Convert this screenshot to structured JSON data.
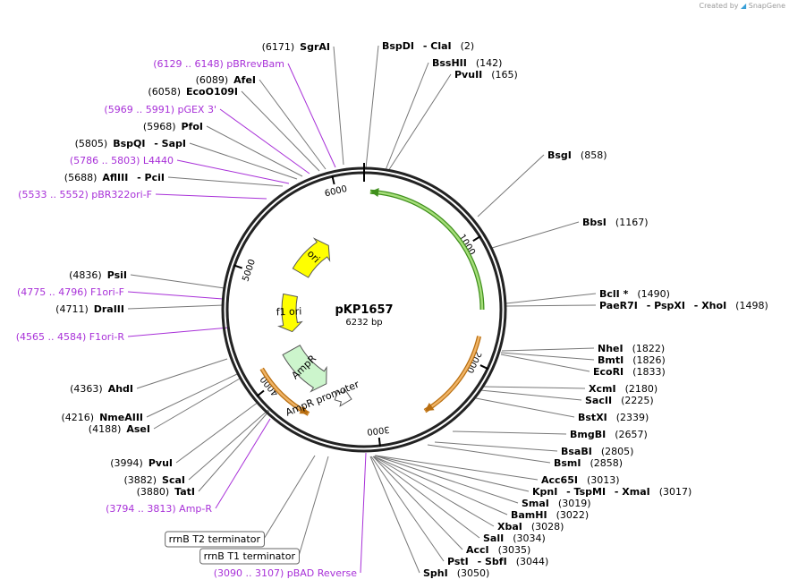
{
  "credit": {
    "prefix": "Created by",
    "brand": "SnapGene"
  },
  "plasmid": {
    "name": "pKP1657",
    "length_text": "6232 bp",
    "length": 6232
  },
  "ticks": [
    "1000",
    "2000",
    "3000",
    "4000",
    "5000",
    "6000"
  ],
  "features": [
    {
      "name": "",
      "color": "#a6de7a",
      "stroke": "#3f8f1c",
      "kind": "thin-arc"
    },
    {
      "name": "",
      "color": "#f0b466",
      "stroke": "#b86e10",
      "kind": "thin-arc"
    },
    {
      "name": "",
      "color": "#f0b466",
      "stroke": "#b86e10",
      "kind": "thin-arc"
    },
    {
      "name": "ori",
      "color": "#ffff00",
      "kind": "arrow"
    },
    {
      "name": "f1 ori",
      "color": "#ffff00",
      "kind": "arrow"
    },
    {
      "name": "AmpR",
      "color": "#ccf5cc",
      "kind": "arrow"
    },
    {
      "name": "AmpR promoter",
      "color": "#ffffff",
      "kind": "arrow"
    }
  ],
  "sites": [
    {
      "id": "sgrai",
      "parts": [
        [
          "(6171)",
          "p"
        ],
        [
          "SgrAI",
          "n"
        ]
      ]
    },
    {
      "id": "pbrrevbam",
      "parts": [
        [
          "(6129 .. 6148)  pBRrevBam",
          "r"
        ]
      ]
    },
    {
      "id": "afei",
      "parts": [
        [
          "(6089)",
          "p"
        ],
        [
          "AfeI",
          "n"
        ]
      ]
    },
    {
      "id": "ecoo109i",
      "parts": [
        [
          "(6058)",
          "p"
        ],
        [
          "EcoO109I",
          "n"
        ]
      ]
    },
    {
      "id": "pgex3",
      "parts": [
        [
          "(5969 .. 5991)  pGEX 3'",
          "r"
        ]
      ]
    },
    {
      "id": "pfoi",
      "parts": [
        [
          "(5968)",
          "p"
        ],
        [
          "PfoI",
          "n"
        ]
      ]
    },
    {
      "id": "bspqi",
      "parts": [
        [
          "(5805)",
          "p"
        ],
        [
          "BspQI",
          "n"
        ],
        [
          " - SapI",
          "n"
        ]
      ]
    },
    {
      "id": "l4440",
      "parts": [
        [
          "(5786 .. 5803)  L4440",
          "r"
        ]
      ]
    },
    {
      "id": "afliii",
      "parts": [
        [
          "(5688)",
          "p"
        ],
        [
          "AflIII",
          "n"
        ],
        [
          " - PciI",
          "n"
        ]
      ]
    },
    {
      "id": "pbr322ori",
      "parts": [
        [
          "(5533 .. 5552)  pBR322ori-F",
          "r"
        ]
      ]
    },
    {
      "id": "psii",
      "parts": [
        [
          "(4836)",
          "p"
        ],
        [
          "PsiI",
          "n"
        ]
      ]
    },
    {
      "id": "f1orif",
      "parts": [
        [
          "(4775 .. 4796)  F1ori-F",
          "r"
        ]
      ]
    },
    {
      "id": "drai",
      "parts": [
        [
          "(4711)",
          "p"
        ],
        [
          "DraIII",
          "n"
        ]
      ]
    },
    {
      "id": "f1orir",
      "parts": [
        [
          "(4565 .. 4584)  F1ori-R",
          "r"
        ]
      ]
    },
    {
      "id": "ahdi",
      "parts": [
        [
          "(4363)",
          "p"
        ],
        [
          "AhdI",
          "n"
        ]
      ]
    },
    {
      "id": "nmeaiii",
      "parts": [
        [
          "(4216)",
          "p"
        ],
        [
          "NmeAIII",
          "n"
        ]
      ]
    },
    {
      "id": "asei",
      "parts": [
        [
          "(4188)",
          "p"
        ],
        [
          "AseI",
          "n"
        ]
      ]
    },
    {
      "id": "pvui",
      "parts": [
        [
          "(3994)",
          "p"
        ],
        [
          "PvuI",
          "n"
        ]
      ]
    },
    {
      "id": "scai",
      "parts": [
        [
          "(3882)",
          "p"
        ],
        [
          "ScaI",
          "n"
        ]
      ]
    },
    {
      "id": "tati",
      "parts": [
        [
          "(3880)",
          "p"
        ],
        [
          "TatI",
          "n"
        ]
      ]
    },
    {
      "id": "ampr",
      "parts": [
        [
          "(3794 .. 3813)  Amp-R",
          "r"
        ]
      ]
    },
    {
      "id": "rrnbt2",
      "parts": [
        [
          "rrnB T2 terminator",
          "b"
        ]
      ]
    },
    {
      "id": "rrnbt1",
      "parts": [
        [
          "rrnB T1 terminator",
          "b"
        ]
      ]
    },
    {
      "id": "pbadrev",
      "parts": [
        [
          "(3090 .. 3107)  pBAD Reverse",
          "r"
        ]
      ]
    },
    {
      "id": "bspdi",
      "parts": [
        [
          "BspDI",
          "n"
        ],
        [
          " - ClaI",
          "n"
        ],
        [
          "(2)",
          "p"
        ]
      ]
    },
    {
      "id": "bsshii",
      "parts": [
        [
          "BssHII",
          "n"
        ],
        [
          "(142)",
          "p"
        ]
      ]
    },
    {
      "id": "pvuii",
      "parts": [
        [
          "PvuII",
          "n"
        ],
        [
          "(165)",
          "p"
        ]
      ]
    },
    {
      "id": "bsgi",
      "parts": [
        [
          "BsgI",
          "n"
        ],
        [
          "(858)",
          "p"
        ]
      ]
    },
    {
      "id": "bbsi",
      "parts": [
        [
          "BbsI",
          "n"
        ],
        [
          "(1167)",
          "p"
        ]
      ]
    },
    {
      "id": "bcli",
      "parts": [
        [
          "BclI *",
          "n"
        ],
        [
          "(1490)",
          "p"
        ]
      ]
    },
    {
      "id": "paer7i",
      "parts": [
        [
          "PaeR7I",
          "n"
        ],
        [
          " - PspXI",
          "n"
        ],
        [
          " - XhoI",
          "n"
        ],
        [
          "(1498)",
          "p"
        ]
      ]
    },
    {
      "id": "nhei",
      "parts": [
        [
          "NheI",
          "n"
        ],
        [
          "(1822)",
          "p"
        ]
      ]
    },
    {
      "id": "bmti",
      "parts": [
        [
          "BmtI",
          "n"
        ],
        [
          "(1826)",
          "p"
        ]
      ]
    },
    {
      "id": "ecori",
      "parts": [
        [
          "EcoRI",
          "n"
        ],
        [
          "(1833)",
          "p"
        ]
      ]
    },
    {
      "id": "xcmi",
      "parts": [
        [
          "XcmI",
          "n"
        ],
        [
          "(2180)",
          "p"
        ]
      ]
    },
    {
      "id": "sacii",
      "parts": [
        [
          "SacII",
          "n"
        ],
        [
          "(2225)",
          "p"
        ]
      ]
    },
    {
      "id": "bstxi",
      "parts": [
        [
          "BstXI",
          "n"
        ],
        [
          "(2339)",
          "p"
        ]
      ]
    },
    {
      "id": "bmgbi",
      "parts": [
        [
          "BmgBI",
          "n"
        ],
        [
          "(2657)",
          "p"
        ]
      ]
    },
    {
      "id": "bsabi",
      "parts": [
        [
          "BsaBI",
          "n"
        ],
        [
          "(2805)",
          "p"
        ]
      ]
    },
    {
      "id": "bsmi",
      "parts": [
        [
          "BsmI",
          "n"
        ],
        [
          "(2858)",
          "p"
        ]
      ]
    },
    {
      "id": "acc65i",
      "parts": [
        [
          "Acc65I",
          "n"
        ],
        [
          "(3013)",
          "p"
        ]
      ]
    },
    {
      "id": "kpni",
      "parts": [
        [
          "KpnI",
          "n"
        ],
        [
          " - TspMI",
          "n"
        ],
        [
          " - XmaI",
          "n"
        ],
        [
          "(3017)",
          "p"
        ]
      ]
    },
    {
      "id": "smai",
      "parts": [
        [
          "SmaI",
          "n"
        ],
        [
          "(3019)",
          "p"
        ]
      ]
    },
    {
      "id": "bamhi",
      "parts": [
        [
          "BamHI",
          "n"
        ],
        [
          "(3022)",
          "p"
        ]
      ]
    },
    {
      "id": "xbai",
      "parts": [
        [
          "XbaI",
          "n"
        ],
        [
          "(3028)",
          "p"
        ]
      ]
    },
    {
      "id": "sali",
      "parts": [
        [
          "SalI",
          "n"
        ],
        [
          "(3034)",
          "p"
        ]
      ]
    },
    {
      "id": "acci",
      "parts": [
        [
          "AccI",
          "n"
        ],
        [
          "(3035)",
          "p"
        ]
      ]
    },
    {
      "id": "psti",
      "parts": [
        [
          "PstI",
          "n"
        ],
        [
          " - SbfI",
          "n"
        ],
        [
          "(3044)",
          "p"
        ]
      ]
    },
    {
      "id": "sphi",
      "parts": [
        [
          "SphI",
          "n"
        ],
        [
          "(3050)",
          "p"
        ]
      ]
    }
  ]
}
